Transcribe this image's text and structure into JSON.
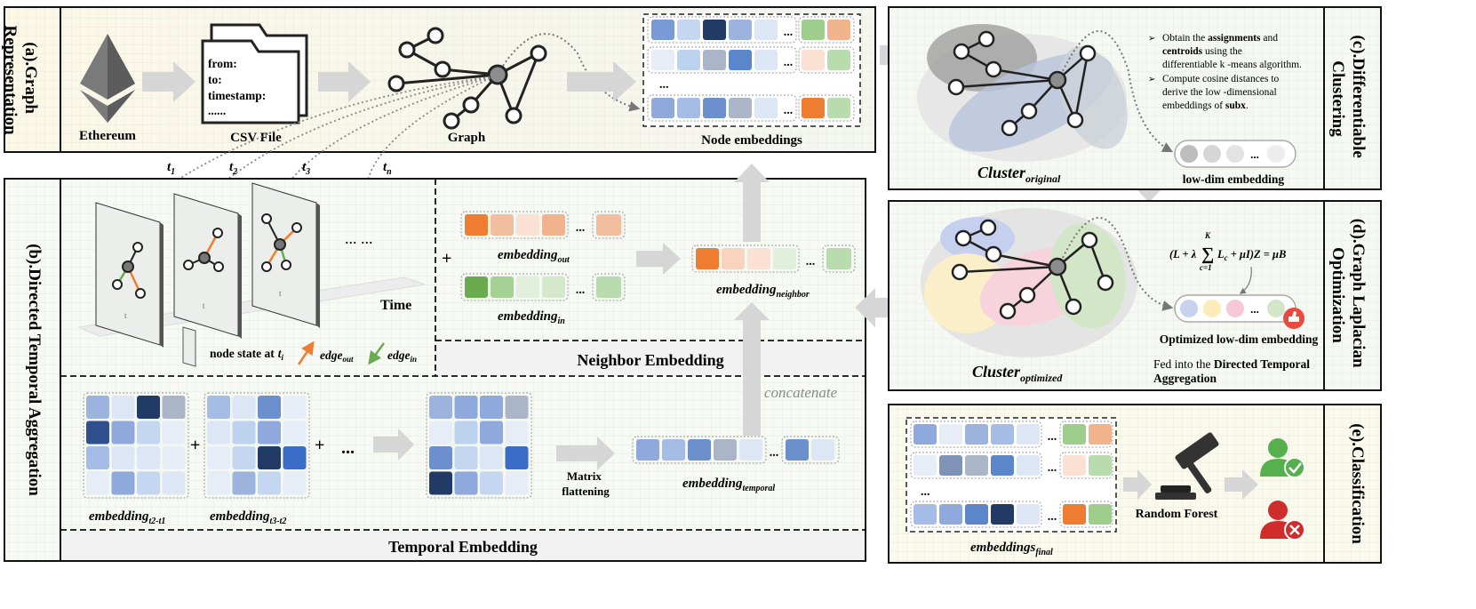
{
  "panel_a": {
    "title_line1": "(a).Graph",
    "title_line2": "Representation",
    "ethereum": "Ethereum",
    "csv_label": "CSV File",
    "csv_fields": [
      "from:",
      "to:",
      "timestamp:",
      "......"
    ],
    "graph_label": "Graph",
    "node_embeddings": "Node embeddings",
    "ellipsis": "...",
    "dots": "..."
  },
  "panel_b": {
    "title": "(b).Directed Temporal Aggregation",
    "t_labels": [
      {
        "base": "t",
        "sub": "1"
      },
      {
        "base": "t",
        "sub": "2"
      },
      {
        "base": "t",
        "sub": "3"
      },
      {
        "base": "t",
        "sub": "n"
      }
    ],
    "snapshot_marks": [
      "t",
      "t",
      "t"
    ],
    "time_dots": "... ...",
    "time_label": "Time",
    "legend_node_state": "node state at",
    "legend_ti": {
      "base": "t",
      "sub": "i"
    },
    "edge_out": {
      "base": "edge",
      "sub": "out"
    },
    "edge_in": {
      "base": "edge",
      "sub": "in"
    },
    "plus": "+",
    "emb_out": {
      "base": "embedding",
      "sub": "out"
    },
    "emb_in": {
      "base": "embedding",
      "sub": "in"
    },
    "emb_neighbor": {
      "base": "embedding",
      "sub": "neighbor"
    },
    "neighbor_title": "Neighbor Embedding",
    "concatenate": "concatenate",
    "emb_t21": {
      "base": "embedding",
      "sub": "t2-t1"
    },
    "emb_t32": {
      "base": "embedding",
      "sub": "t3-t2"
    },
    "plus_dots": "...",
    "matrix_line1": "Matrix",
    "matrix_line2": "flattening",
    "emb_temporal": {
      "base": "embedding",
      "sub": "temporal"
    },
    "temporal_title": "Temporal Embedding"
  },
  "panel_c": {
    "title_line1": "(c).Differentiable",
    "title_line2": "Clustering",
    "bullets": [
      [
        {
          "t": "Obtain the "
        },
        {
          "t": "assignments",
          "b": true
        },
        {
          "t": " and"
        }
      ],
      [
        {
          "t": "centroids",
          "b": true
        },
        {
          "t": " using the"
        }
      ],
      [
        {
          "t": "differentiable k -means algorithm."
        }
      ],
      [
        {
          "t": "Compute cosine distances to"
        }
      ],
      [
        {
          "t": "derive the low -dimensional"
        }
      ],
      [
        {
          "t": "embeddings of "
        },
        {
          "t": "subx",
          "b": true
        },
        {
          "t": "."
        }
      ]
    ],
    "low_dim": "low-dim embedding",
    "cluster": {
      "base": "Cluster",
      "sub": "original"
    }
  },
  "panel_d": {
    "title_line1": "(d).Graph Laplacian",
    "title_line2": "Optimization",
    "formula_left": "(L + λ",
    "formula_sum_top": "K",
    "formula_sum": "∑",
    "formula_sum_bottom": "c=1",
    "formula_right": "L",
    "formula_right_sub": "c",
    "formula_tail": " + μI)Z = μB",
    "optimized": "Optimized low-dim embedding",
    "fed_line1_a": "Fed into the ",
    "fed_line1_b": "Directed Temporal",
    "fed_line2": "Aggregation",
    "cluster": {
      "base": "Cluster",
      "sub": "optimized"
    }
  },
  "panel_e": {
    "title": "(e).Classification",
    "random_forest": "Random Forest",
    "embeddings_final": {
      "base": "embeddings",
      "sub": "final"
    }
  },
  "icons": {
    "ethereum": "ethereum-logo-icon",
    "csv": "folder-file-icon",
    "gavel": "gavel-icon",
    "ok_user": "user-check-icon",
    "bad_user": "user-x-icon",
    "thumbs": "thumbs-up-icon"
  },
  "colors": {
    "orange": "#ee7d32",
    "green": "#6aab4f",
    "dark_blue": "#223b66",
    "check_green": "#56b04d",
    "error_red": "#d02c2c"
  }
}
